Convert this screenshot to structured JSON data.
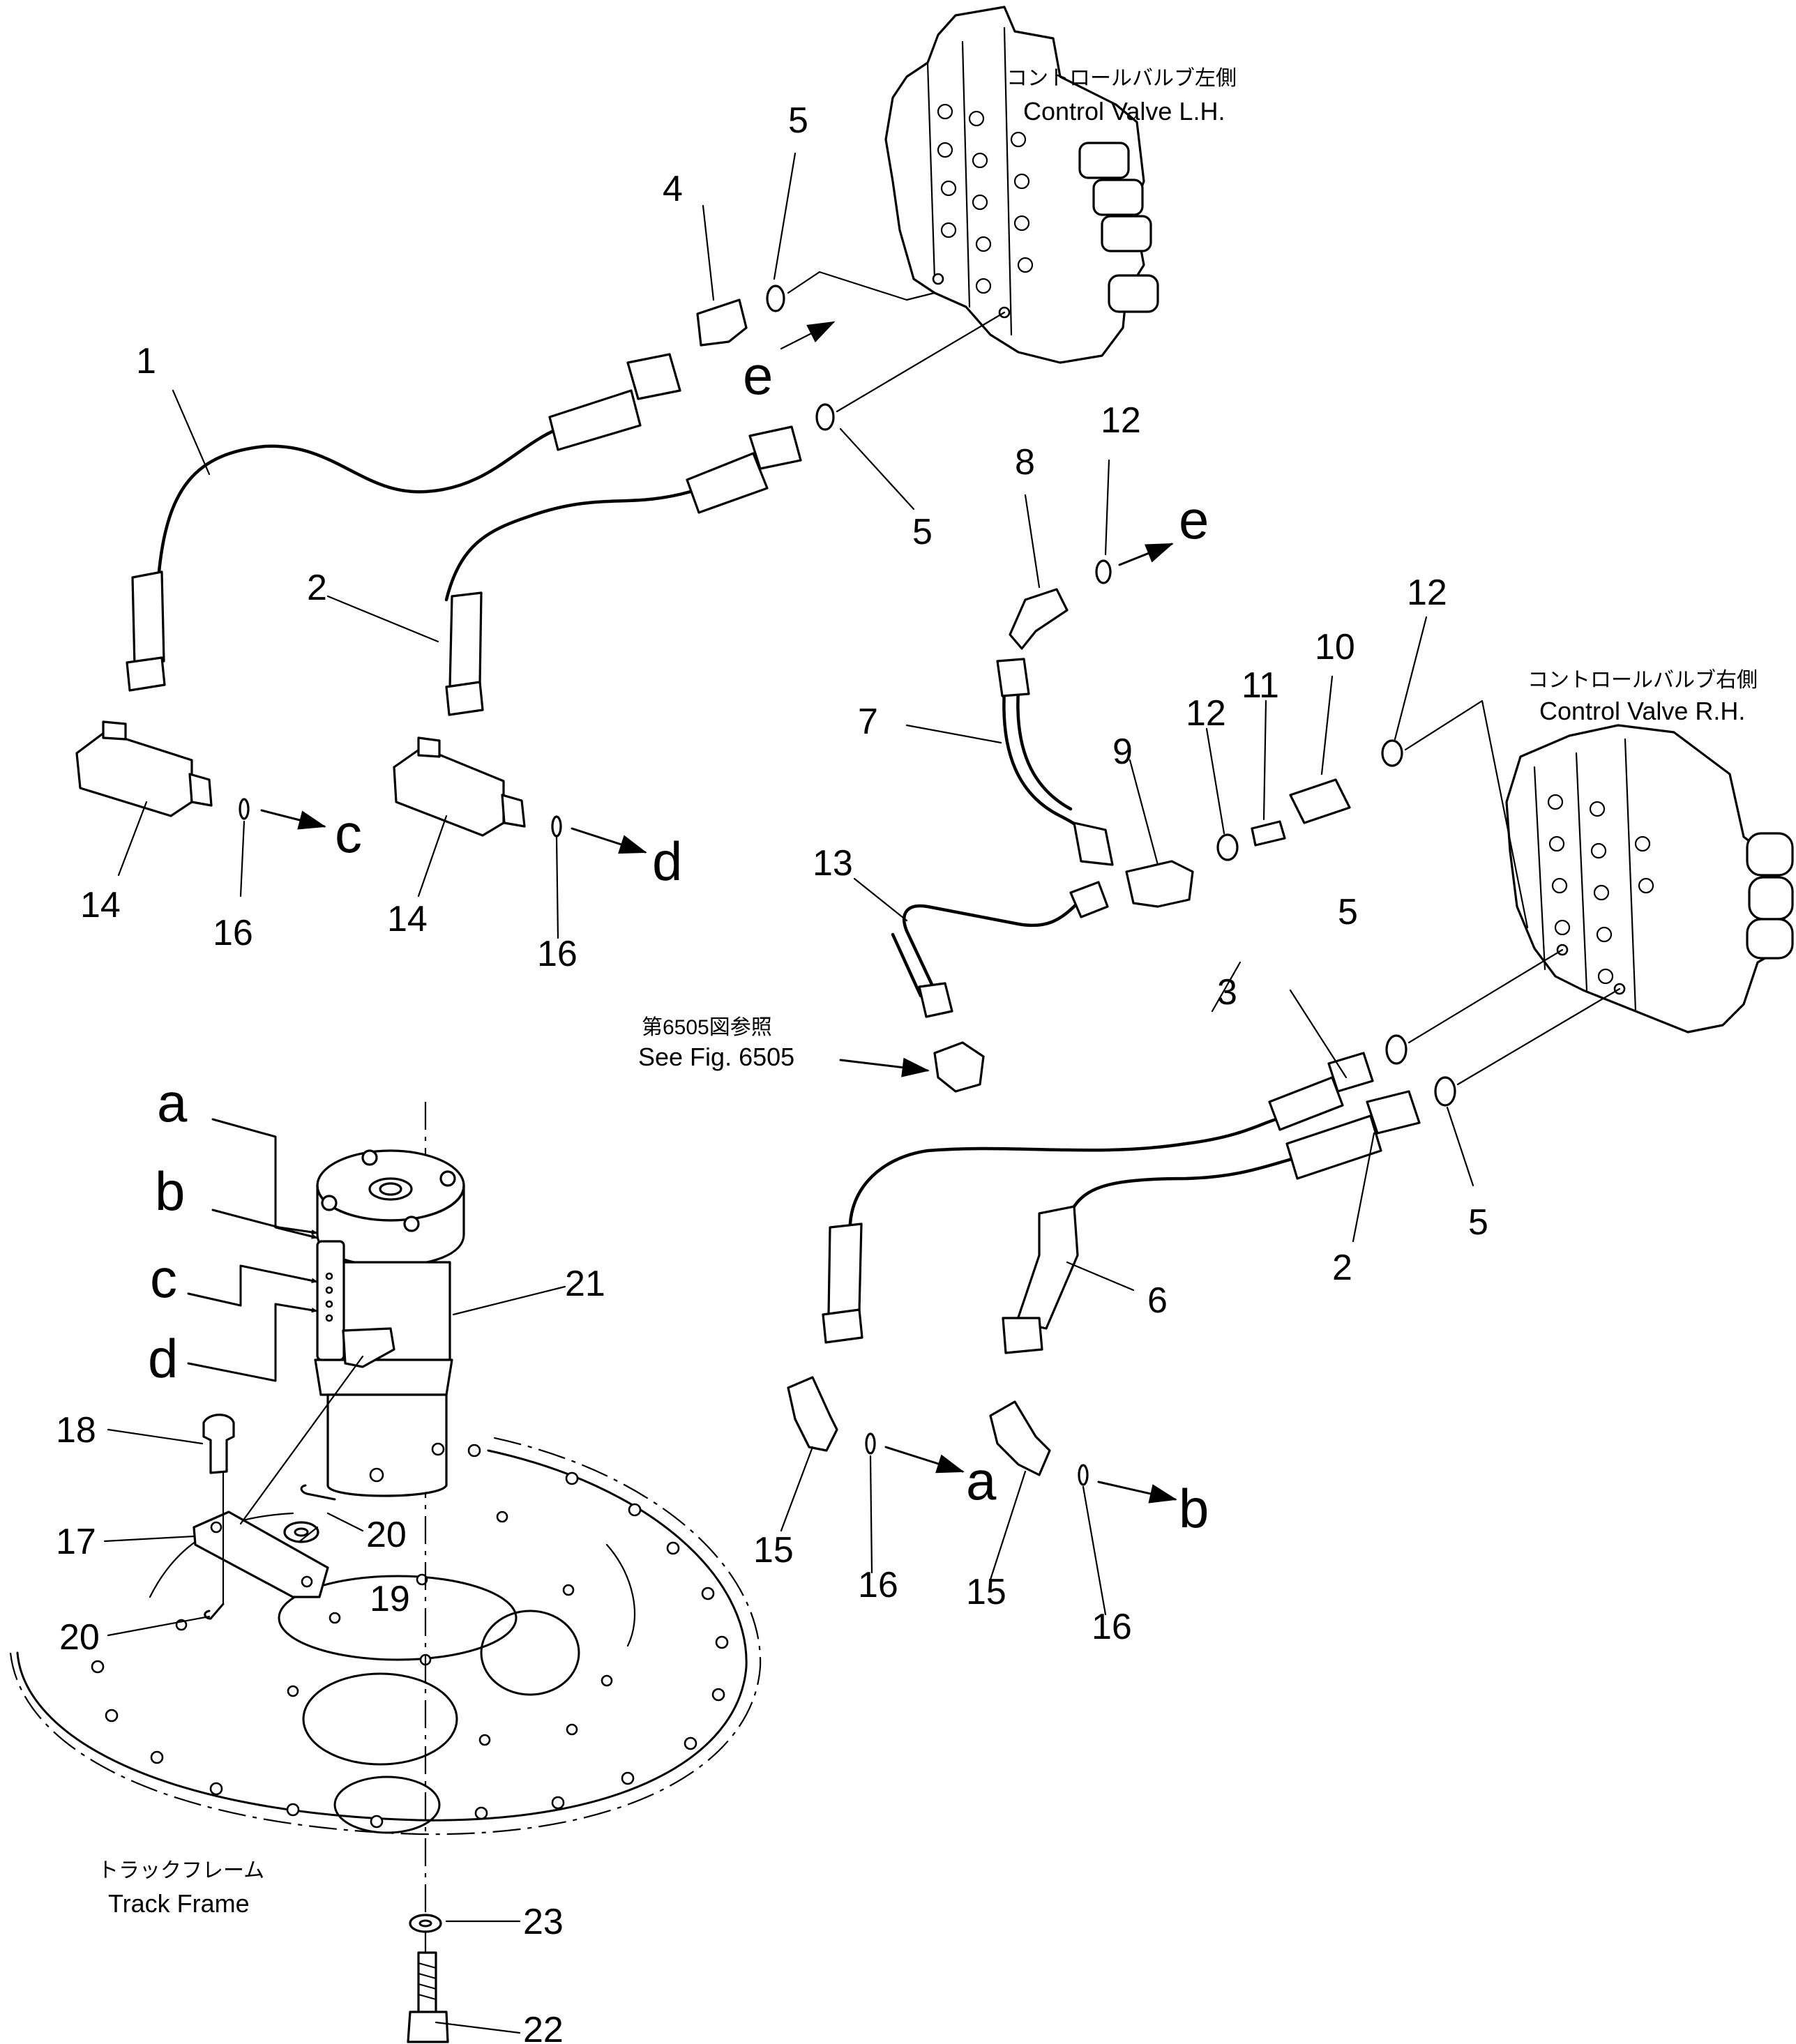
{
  "labels": {
    "control_valve_lh_jp": "コントロールバルブ左側",
    "control_valve_lh_en": "Control Valve L.H.",
    "control_valve_rh_jp": "コントロールバルブ右側",
    "control_valve_rh_en": "Control Valve R.H.",
    "see_fig_jp": "第6505図参照",
    "see_fig_en": "See Fig. 6505",
    "track_frame_jp": "トラックフレーム",
    "track_frame_en": "Track Frame"
  },
  "callouts": {
    "p1": "1",
    "p2a": "2",
    "p2b": "2",
    "p3": "3",
    "p4": "4",
    "p5a": "5",
    "p5b": "5",
    "p5c": "5",
    "p5d": "5",
    "p6": "6",
    "p7": "7",
    "p8": "8",
    "p9": "9",
    "p10": "10",
    "p11": "11",
    "p12a": "12",
    "p12b": "12",
    "p12c": "12",
    "p13": "13",
    "p14a": "14",
    "p14b": "14",
    "p15a": "15",
    "p15b": "15",
    "p16a": "16",
    "p16b": "16",
    "p16c": "16",
    "p16d": "16",
    "p17": "17",
    "p18": "18",
    "p19": "19",
    "p20a": "20",
    "p20b": "20",
    "p21": "21",
    "p22": "22",
    "p23": "23"
  },
  "connection_letters": {
    "a_out": "a",
    "b_out": "b",
    "c_out": "c",
    "d_out": "d",
    "e_valve": "e",
    "e_out": "e",
    "a_in": "a",
    "b_in": "b",
    "c_in": "c",
    "d_in": "d"
  }
}
